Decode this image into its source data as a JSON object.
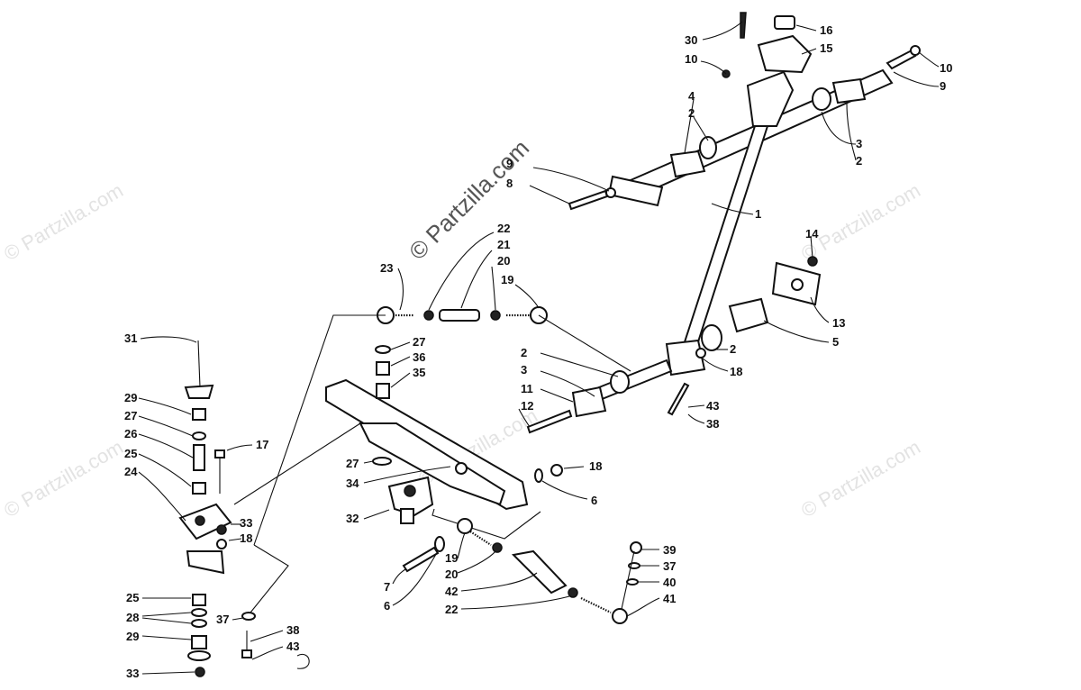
{
  "watermarks": {
    "main": "© Partzilla.com",
    "faint": "© Partzilla.com"
  },
  "callouts": {
    "c30": "30",
    "c16": "16",
    "c15": "15",
    "c10a": "10",
    "c10b": "10",
    "c9a": "9",
    "c4": "4",
    "c2a": "2",
    "c3a": "3",
    "c2b": "2",
    "c9b": "9",
    "c8": "8",
    "c1": "1",
    "c14": "14",
    "c13": "13",
    "c5": "5",
    "c22a": "22",
    "c21": "21",
    "c20a": "20",
    "c19a": "19",
    "c23": "23",
    "c2c": "2",
    "c18a": "18",
    "c2d": "2",
    "c3b": "3",
    "c11": "11",
    "c12": "12",
    "c43a": "43",
    "c38a": "38",
    "c31": "31",
    "c27a": "27",
    "c36": "36",
    "c35": "35",
    "c29a": "29",
    "c27b": "27",
    "c26": "26",
    "c25a": "25",
    "c17": "17",
    "c24": "24",
    "c27c": "27",
    "c34": "34",
    "c18b": "18",
    "c6a": "6",
    "c32": "32",
    "c33a": "33",
    "c18c": "18",
    "c7": "7",
    "c19b": "19",
    "c20b": "20",
    "c42": "42",
    "c6b": "6",
    "c22b": "22",
    "c39": "39",
    "c37a": "37",
    "c40": "40",
    "c41": "41",
    "c25b": "25",
    "c28": "28",
    "c37b": "37",
    "c29b": "29",
    "c38b": "38",
    "c43b": "43",
    "c33b": "33"
  },
  "icons": [
    "steering-post",
    "tie-rod",
    "spindle-arm",
    "bolt",
    "nut",
    "washer",
    "bushing",
    "bracket",
    "clamp"
  ]
}
